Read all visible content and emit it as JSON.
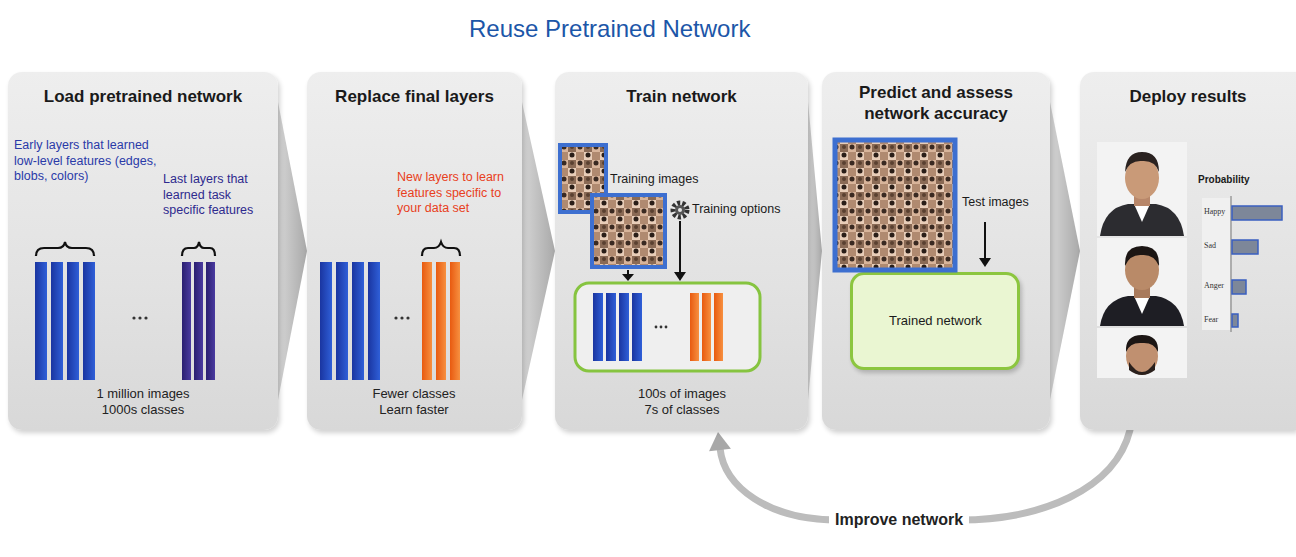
{
  "diagram": {
    "title": "Reuse Pretrained Network",
    "nodes": [
      {
        "text": [
          "Load pretrained network",
          "Early layers that learned low-level features (edges, blobs, colors)",
          "Last layers that learned task specific features",
          "1 million images 1000s classes"
        ]
      },
      {
        "text": [
          "Replace final layers",
          "New layers to learn features specific to your data set",
          "Fewer classes Learn faster"
        ]
      },
      {
        "text": [
          "Train network",
          "Training images",
          "Training options",
          "100s of images 7s of classes"
        ]
      },
      {
        "text": [
          "Predict and assess network accuracy",
          "Test images"
        ]
      },
      {
        "text": [
          "Trained network"
        ],
        "in": 3
      },
      {
        "text": [
          "Deploy results",
          "Probability",
          "Happy",
          "Sad",
          "Anger",
          "Fear"
        ]
      }
    ],
    "edges": [
      {
        "from": 0,
        "to": 1,
        "arrow": "to"
      },
      {
        "from": 1,
        "to": 2,
        "arrow": "to"
      },
      {
        "from": 2,
        "to": 3,
        "arrow": "to"
      },
      {
        "from": 3,
        "to": 5,
        "arrow": "to"
      },
      {
        "from": 5,
        "to": 2,
        "label": "Improve network",
        "arrow": "to"
      }
    ]
  }
}
